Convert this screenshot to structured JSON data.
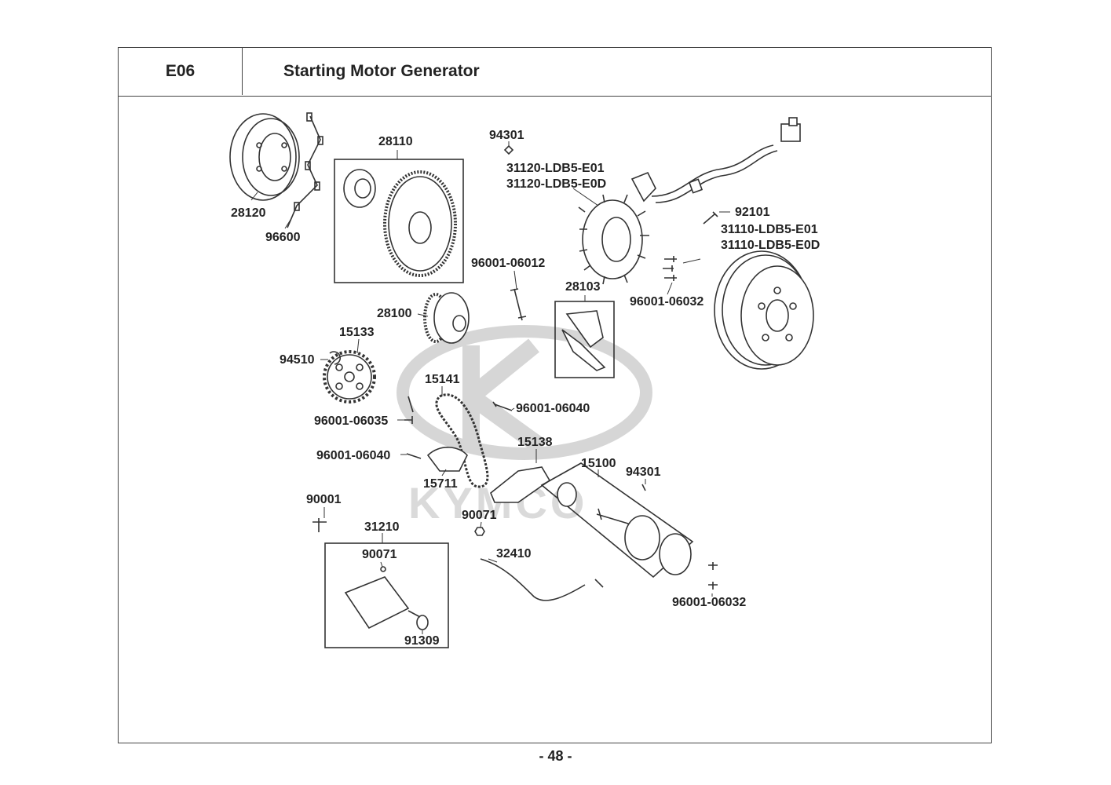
{
  "header": {
    "code": "E06",
    "title": "Starting Motor  Generator"
  },
  "watermark": {
    "brand": "KYMCO"
  },
  "parts": [
    {
      "id": "p28120",
      "label": "28120"
    },
    {
      "id": "p96600",
      "label": "96600"
    },
    {
      "id": "p28110",
      "label": "28110"
    },
    {
      "id": "p94301a",
      "label": "94301"
    },
    {
      "id": "p31120a",
      "label": "31120-LDB5-E01"
    },
    {
      "id": "p31120b",
      "label": "31120-LDB5-E0D"
    },
    {
      "id": "p92101",
      "label": "92101"
    },
    {
      "id": "p31110a",
      "label": "31110-LDB5-E01"
    },
    {
      "id": "p31110b",
      "label": "31110-LDB5-E0D"
    },
    {
      "id": "p96001_06012",
      "label": "96001-06012"
    },
    {
      "id": "p28103",
      "label": "28103"
    },
    {
      "id": "p96001_06032a",
      "label": "96001-06032"
    },
    {
      "id": "p28100",
      "label": "28100"
    },
    {
      "id": "p15133",
      "label": "15133"
    },
    {
      "id": "p94510",
      "label": "94510"
    },
    {
      "id": "p15141",
      "label": "15141"
    },
    {
      "id": "p96001_06040a",
      "label": "96001-06040"
    },
    {
      "id": "p96001_06035",
      "label": "96001-06035"
    },
    {
      "id": "p96001_06040b",
      "label": "96001-06040"
    },
    {
      "id": "p15711",
      "label": "15711"
    },
    {
      "id": "p15138",
      "label": "15138"
    },
    {
      "id": "p15100",
      "label": "15100"
    },
    {
      "id": "p94301b",
      "label": "94301"
    },
    {
      "id": "p90001",
      "label": "90001"
    },
    {
      "id": "p90071a",
      "label": "90071"
    },
    {
      "id": "p31210",
      "label": "31210"
    },
    {
      "id": "p90071b",
      "label": "90071"
    },
    {
      "id": "p32410",
      "label": "32410"
    },
    {
      "id": "p96001_06032b",
      "label": "96001-06032"
    },
    {
      "id": "p91309",
      "label": "91309"
    }
  ],
  "footer": {
    "page": "- 48 -"
  },
  "colors": {
    "line": "#333333",
    "watermark": "#cfcfcf",
    "fill": "#ffffff"
  }
}
